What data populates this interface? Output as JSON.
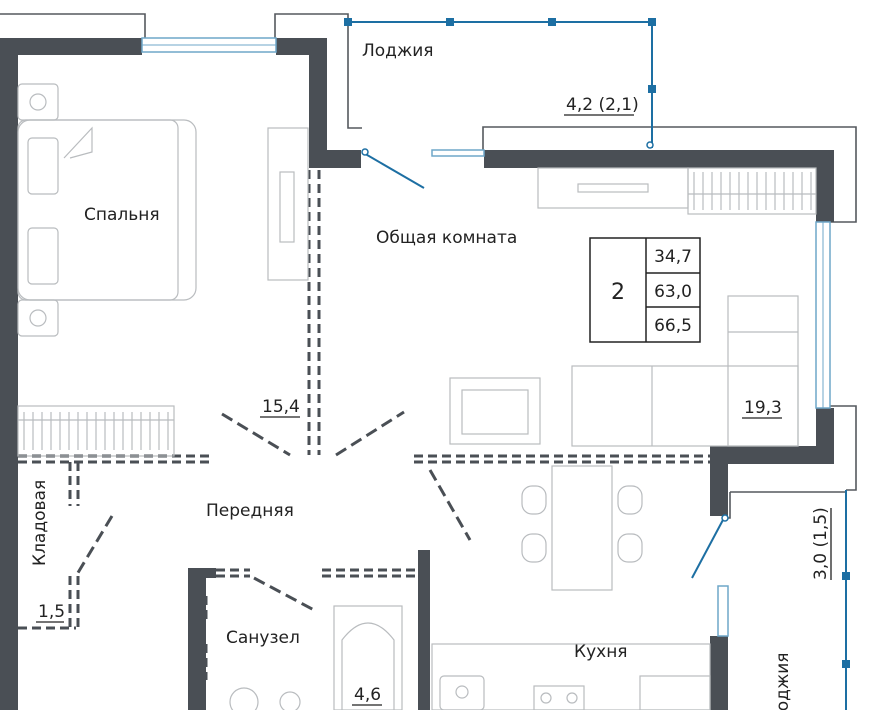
{
  "rooms": {
    "loggia_top": "Лоджия",
    "loggia_top_area": "4,2 (2,1)",
    "bedroom": "Спальня",
    "bedroom_area": "15,4",
    "living": "Общая комната",
    "living_area": "19,3",
    "hall": "Передняя",
    "storage": "Кладовая",
    "storage_area": "1,5",
    "bathroom": "Санузел",
    "bathroom_area": "4,6",
    "kitchen": "Кухня",
    "loggia_right": "Лоджия",
    "loggia_right_area": "3,0 (1,5)"
  },
  "summary": {
    "rooms_count": "2",
    "living_area": "34,7",
    "total_area": "63,0",
    "total_area_with_balcony": "66,5"
  },
  "colors": {
    "wall": "#4a4f55",
    "window_blue": "#1d6fa3",
    "furniture": "#b9bcbf"
  }
}
